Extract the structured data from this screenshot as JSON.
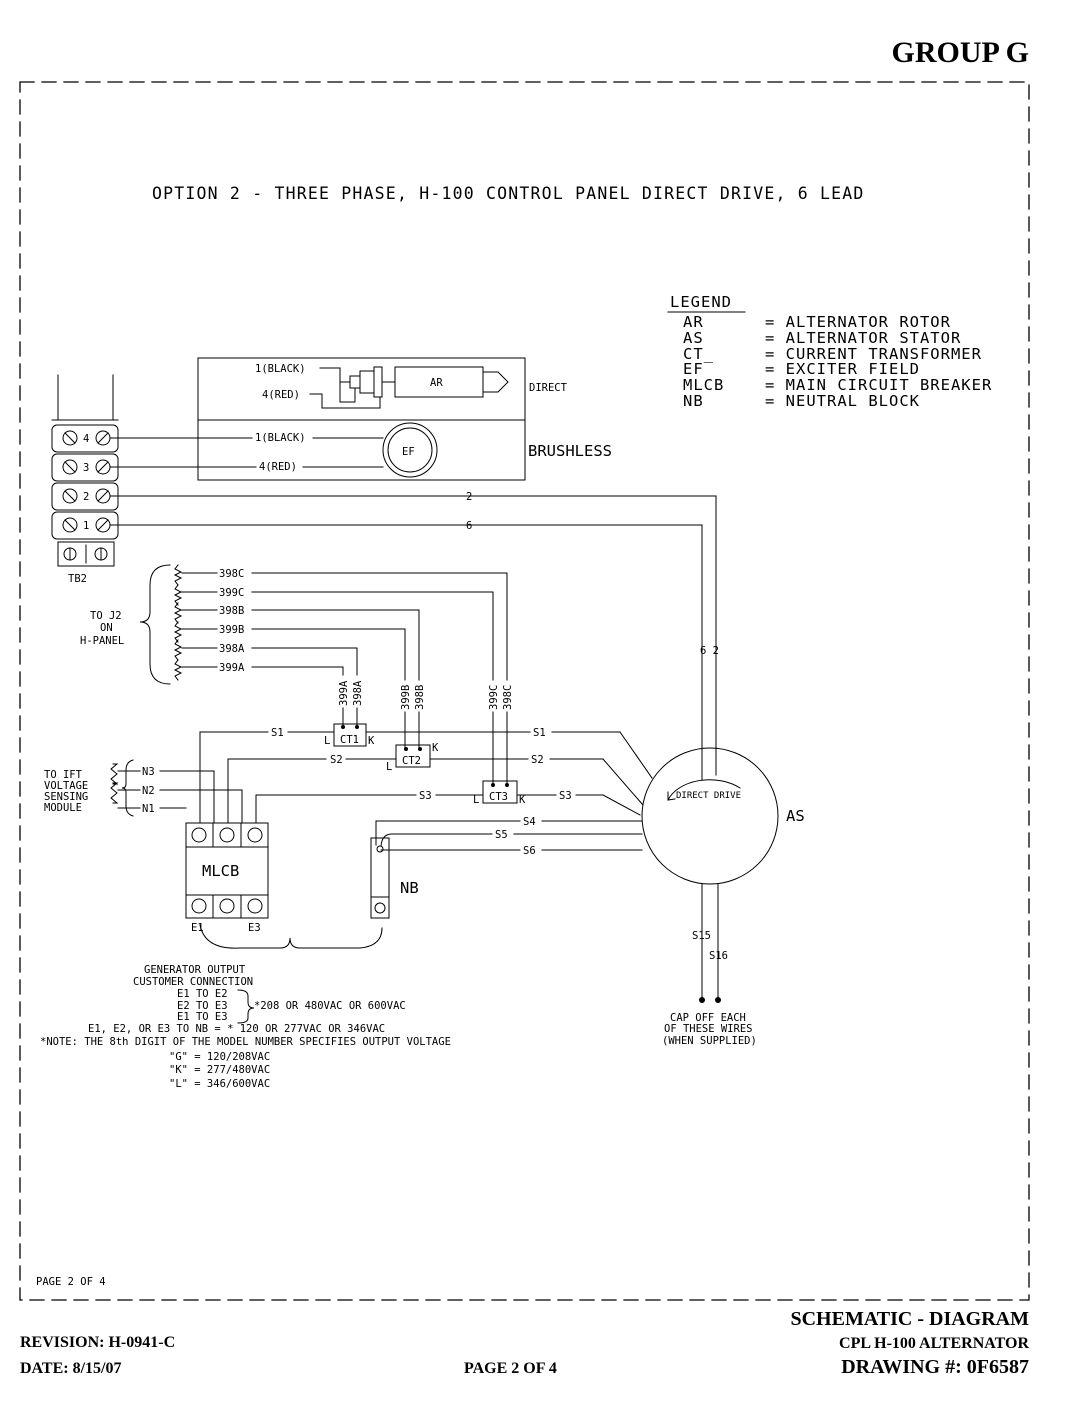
{
  "header": {
    "group": "GROUP G"
  },
  "diagram": {
    "title": "OPTION 2 - THREE PHASE, H-100 CONTROL PANEL DIRECT DRIVE, 6 LEAD",
    "legend": {
      "heading": "LEGEND",
      "entries": [
        {
          "abbr": "AR",
          "text": "= ALTERNATOR ROTOR"
        },
        {
          "abbr": "AS",
          "text": "= ALTERNATOR STATOR"
        },
        {
          "abbr": "CT_",
          "text": "= CURRENT TRANSFORMER"
        },
        {
          "abbr": "EF",
          "text": "= EXCITER FIELD"
        },
        {
          "abbr": "MLCB",
          "text": "= MAIN CIRCUIT BREAKER"
        },
        {
          "abbr": "NB",
          "text": "= NEUTRAL BLOCK"
        }
      ]
    },
    "labels": {
      "black1": "1(BLACK)",
      "red4": "4(RED)",
      "ar": "AR",
      "direct": "DIRECT",
      "brushless": "BRUSHLESS",
      "ef": "EF",
      "tb2": "TB2",
      "t4": "4",
      "t3": "3",
      "t2": "2",
      "t1": "1",
      "w2": "2",
      "w6": "6",
      "to_j2_1": "TO J2",
      "to_j2_2": "ON",
      "to_j2_3": "H-PANEL",
      "w398c": "398C",
      "w399c": "399C",
      "w398b": "398B",
      "w399b": "399B",
      "w398a": "398A",
      "w399a": "399A",
      "v399a": "399A",
      "v398a": "398A",
      "v399b": "399B",
      "v398b": "398B",
      "v399c": "399C",
      "v398c": "398C",
      "ct1": "CT1",
      "ct2": "CT2",
      "ct3": "CT3",
      "ct_l": "L",
      "ct_k": "K",
      "s1": "S1",
      "s2": "S2",
      "s3": "S3",
      "s4": "S4",
      "s5": "S5",
      "s6": "S6",
      "s15": "S15",
      "s16": "S16",
      "n1": "N1",
      "n2": "N2",
      "n3": "N3",
      "ift1": "TO IFT",
      "ift2": "VOLTAGE",
      "ift3": "SENSING",
      "ift4": "MODULE",
      "mlcb": "MLCB",
      "e1": "E1",
      "e3": "E3",
      "nb": "NB",
      "as": "AS",
      "direct_drive": "DIRECT DRIVE",
      "six_two": "6 2",
      "cap1": "CAP OFF EACH",
      "cap2": "OF THESE WIRES",
      "cap3": "(WHEN SUPPLIED)",
      "gen1": "GENERATOR OUTPUT",
      "gen2": "CUSTOMER CONNECTION",
      "gen3": "E1 TO E2",
      "gen4": "E2 TO E3",
      "gen5": "E1 TO E3",
      "gen_v": "*208 OR 480VAC OR 600VAC",
      "gen6": "E1, E2, OR E3 TO NB = * 120 OR 277VAC OR 346VAC",
      "note": "*NOTE: THE 8th DIGIT OF THE MODEL NUMBER SPECIFIES OUTPUT VOLTAGE",
      "g": "\"G\" = 120/208VAC",
      "k": "\"K\" = 277/480VAC",
      "l": "\"L\" = 346/600VAC",
      "page_inner": "PAGE 2 OF 4"
    }
  },
  "footer": {
    "title": "SCHEMATIC - DIAGRAM",
    "subtitle": "CPL H-100 ALTERNATOR",
    "revision": "REVISION: H-0941-C",
    "date": "DATE: 8/15/07",
    "page": "PAGE 2 OF 4",
    "drawing": "DRAWING #: 0F6587"
  }
}
